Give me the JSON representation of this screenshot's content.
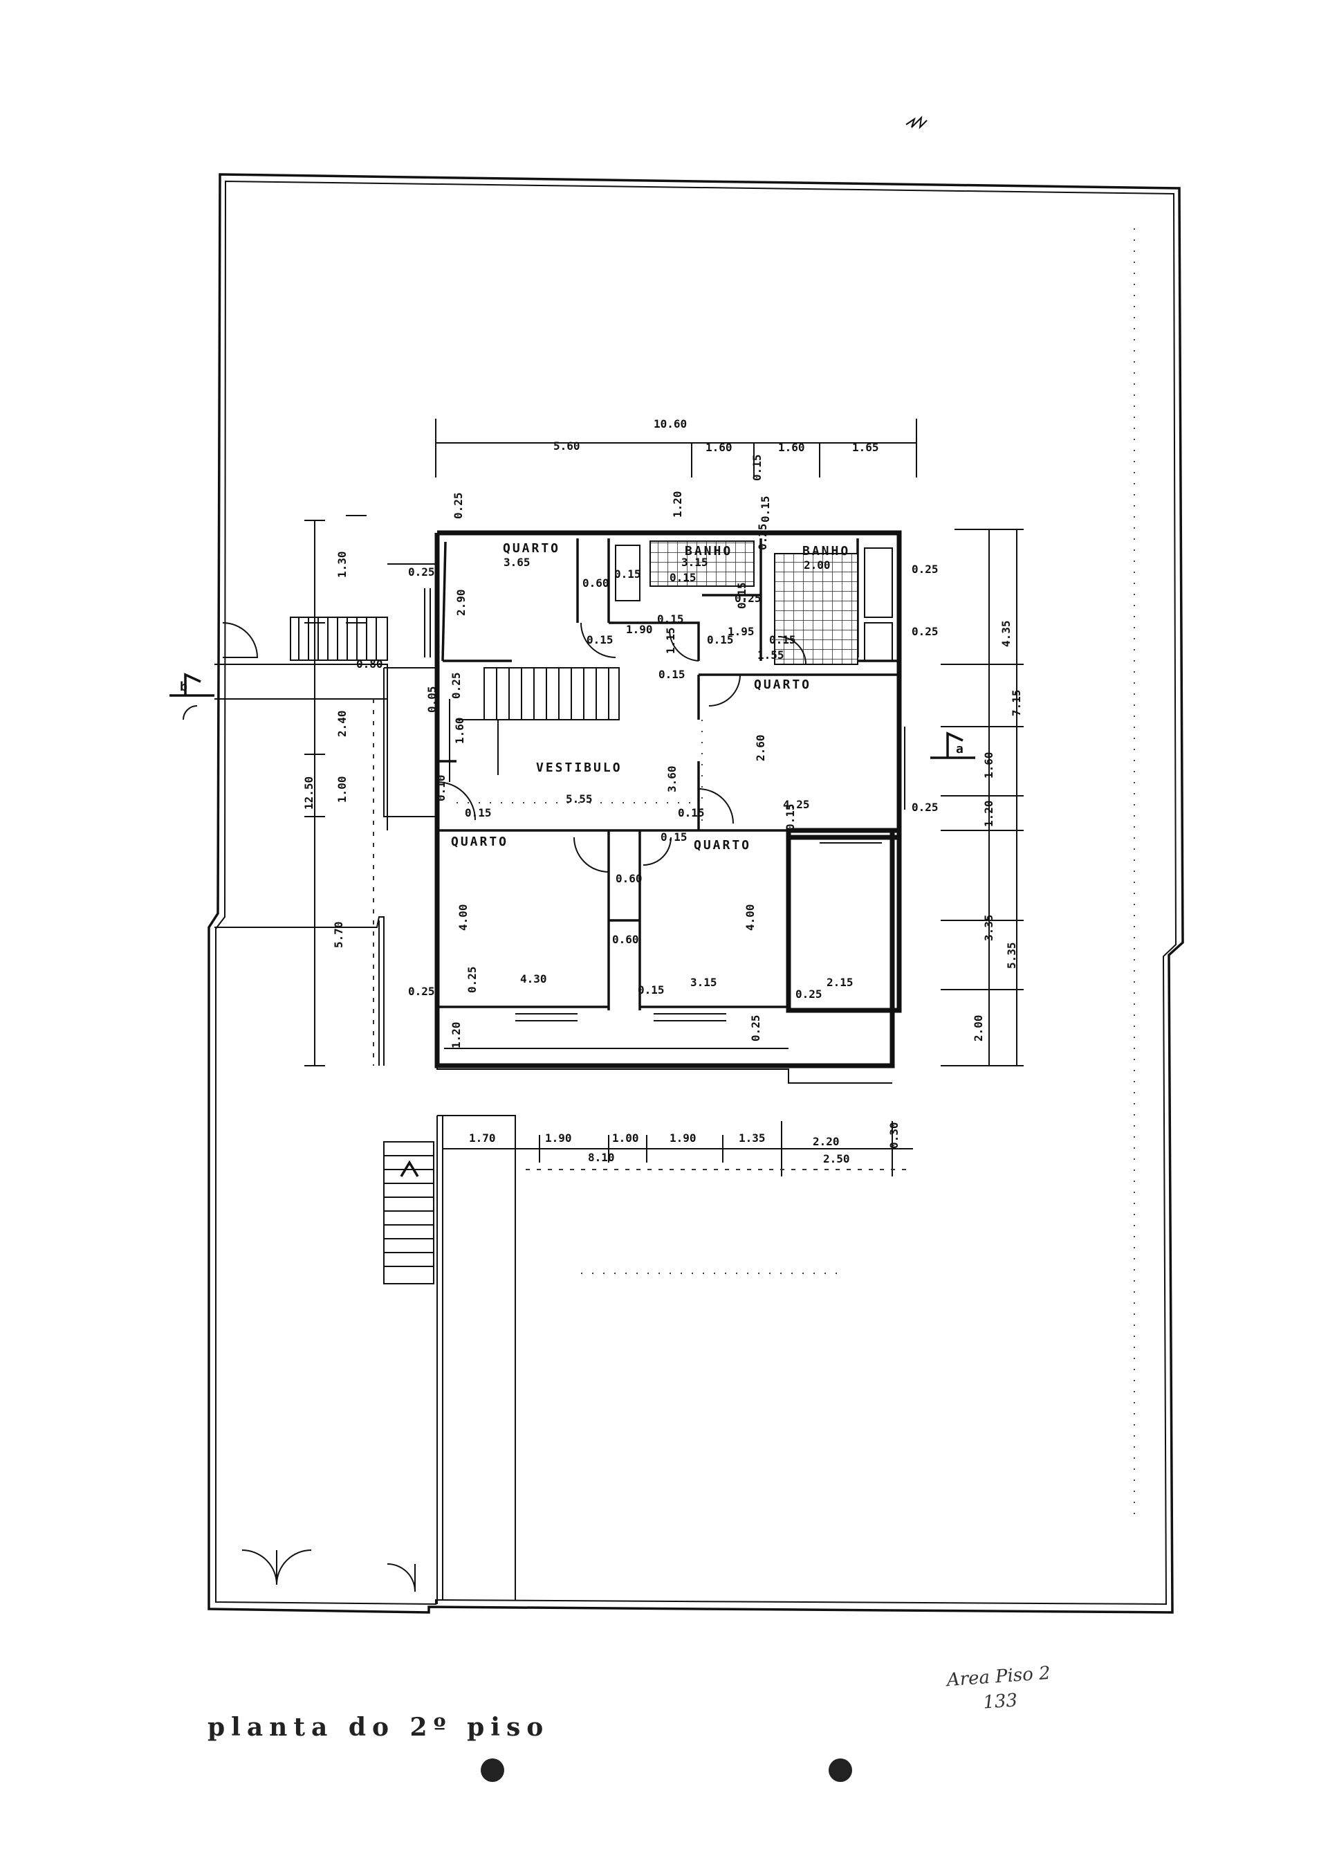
{
  "title": "planta do 2º piso",
  "handwritten_note": {
    "line1": "Area Piso 2",
    "line2": "133"
  },
  "rooms": {
    "quarto_top": "QUARTO",
    "banho_1": "BANHO",
    "banho_2": "BANHO",
    "quarto_right": "QUARTO",
    "vestibulo": "VESTIBULO",
    "quarto_bottom_left": "QUARTO",
    "quarto_bottom_mid": "QUARTO"
  },
  "dimensions_top": {
    "total": "10.60",
    "left": "5.60",
    "d1": "1.60",
    "d2": "1.60",
    "d3": "1.65",
    "d4": "0.15"
  },
  "dimensions_bottom": {
    "d1": "1.70",
    "d2": "1.90",
    "d3": "1.00",
    "d4": "1.90",
    "d5": "1.35",
    "d6": "2.20",
    "d7": "0.30",
    "d8": "8.10",
    "d9": "2.50"
  },
  "dimensions_left": {
    "d1": "1.30",
    "d2": "2.40",
    "d3": "1.00",
    "d4": "12.50",
    "d5": "5.70",
    "d6": "0.80",
    "d7": "1.20"
  },
  "dimensions_right": {
    "d1": "4.35",
    "d2": "7.15",
    "d3": "1.60",
    "d4": "1.20",
    "d5": "3.35",
    "d6": "5.35",
    "d7": "2.00"
  },
  "dimensions_inner": {
    "a": "0.25",
    "b": "3.65",
    "c": "2.90",
    "d": "0.25",
    "e": "0.60",
    "f": "0.15",
    "g": "3.15",
    "h": "2.00",
    "i": "0.25",
    "j": "0.25",
    "k": "1.90",
    "l": "0.15",
    "m": "1.95",
    "n": "0.15",
    "o": "1.15",
    "p": "0.15",
    "q": "0.15",
    "r": "1.55",
    "s": "0.15",
    "t": "0.15",
    "u": "3.60",
    "v": "2.60",
    "w": "4.25",
    "x": "0.25",
    "y": "5.55",
    "z": "0.10",
    "aa": "0.15",
    "ab": "0.05",
    "ac": "1.60",
    "ad": "0.25",
    "ae": "0.15",
    "af": "0.15",
    "ag": "0.60",
    "ah": "4.00",
    "ai": "4.00",
    "aj": "0.60",
    "ak": "0.25",
    "al": "4.30",
    "am": "0.15",
    "an": "3.15",
    "ao": "2.15",
    "ap": "0.25",
    "aq": "0.25",
    "ar": "0.25",
    "as": "1.20",
    "at": "0.15",
    "au": "0.25",
    "av": "0.15",
    "aw": "0.15",
    "ax": "0.25"
  },
  "section_marks": {
    "left": "b",
    "right": "a"
  },
  "colors": {
    "ink": "#111111",
    "paper": "#ffffff"
  }
}
